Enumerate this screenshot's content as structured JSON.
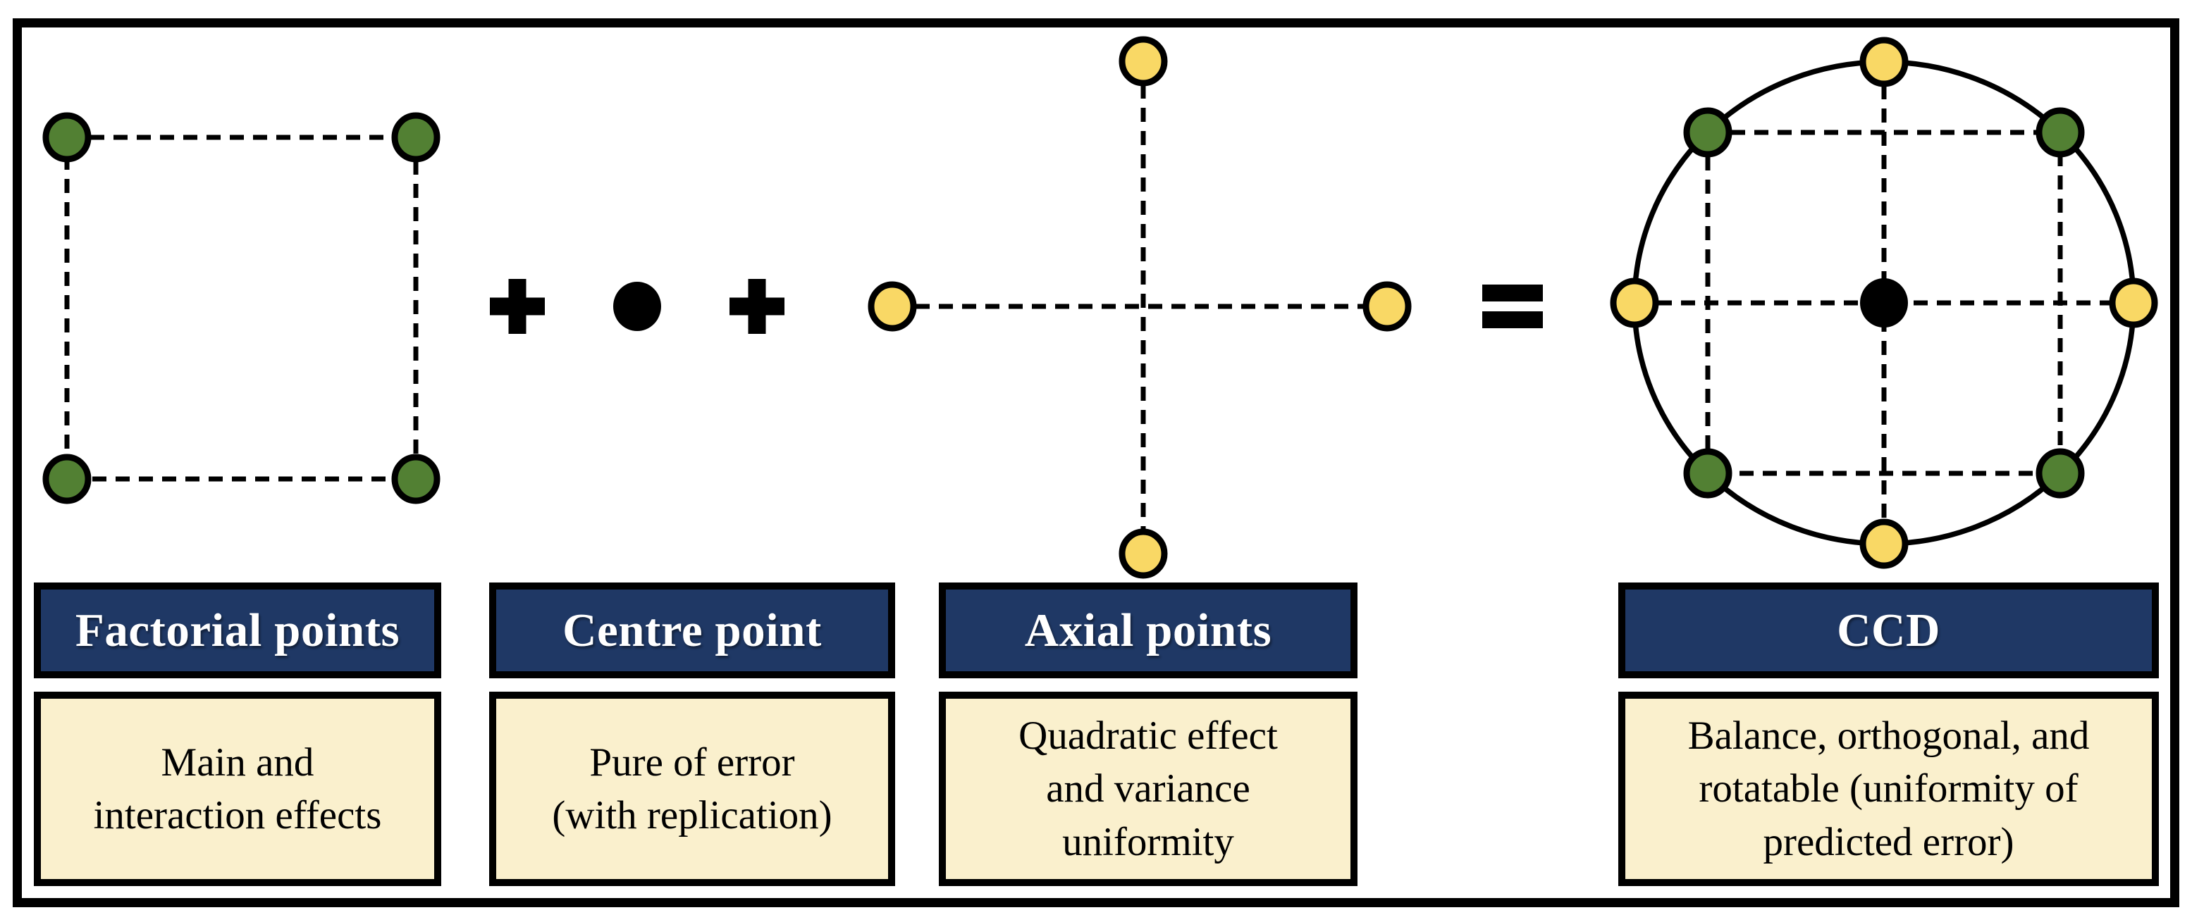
{
  "panels": [
    {
      "header": "Factorial points",
      "description": "Main and\ninteraction effects"
    },
    {
      "header": "Centre point",
      "description": "Pure of error\n(with replication)"
    },
    {
      "header": "Axial points",
      "description": "Quadratic effect\nand variance\nuniformity"
    },
    {
      "header": "CCD",
      "description": "Balance, orthogonal, and\nrotatable (uniformity of\npredicted error)"
    }
  ],
  "operators": {
    "plus": "+",
    "equals": "="
  },
  "icons": {
    "plus_icon": "+",
    "equals_icon": "=",
    "factorial_point_dot": "green filled circle",
    "axial_point_dot": "yellow filled circle",
    "centre_point_dot": "black filled circle"
  },
  "diagram": {
    "factorial_square_points": 4,
    "centre_points": 1,
    "axial_cross_points": 4,
    "ccd_points_total": 9
  },
  "colors": {
    "navy_header": "#1f3865",
    "cream_panel": "#faf0cd",
    "factorial_point_green": "#528033",
    "axial_point_yellow": "#f9d865",
    "centre_point_black": "#000000",
    "header_text": "#ffffff",
    "body_text": "#000000",
    "line_black": "#000000",
    "background": "#ffffff"
  }
}
